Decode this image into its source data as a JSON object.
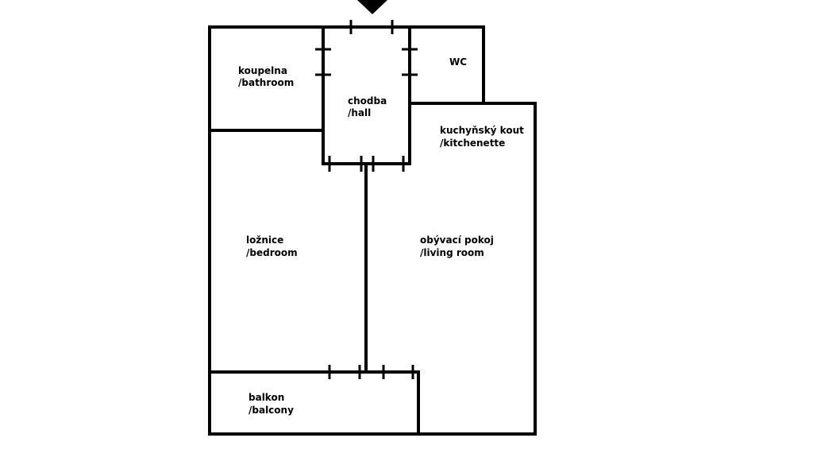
{
  "rooms": {
    "bathroom": {
      "line1": "koupelna",
      "line2": "/bathroom"
    },
    "hall": {
      "line1": "chodba",
      "line2": "/hall"
    },
    "wc": {
      "line1": "WC"
    },
    "kitchenette": {
      "line1": "kuchyňský kout",
      "line2": "/kitchenette"
    },
    "bedroom": {
      "line1": "ložnice",
      "line2": "/bedroom"
    },
    "living_room": {
      "line1": "obývací pokoj",
      "line2": "/living room"
    },
    "balcony": {
      "line1": "balkon",
      "line2": "/balcony"
    }
  },
  "icons": {
    "entrance": "entrance-arrow-icon"
  },
  "colors": {
    "wall": "#000000",
    "background": "#ffffff"
  }
}
